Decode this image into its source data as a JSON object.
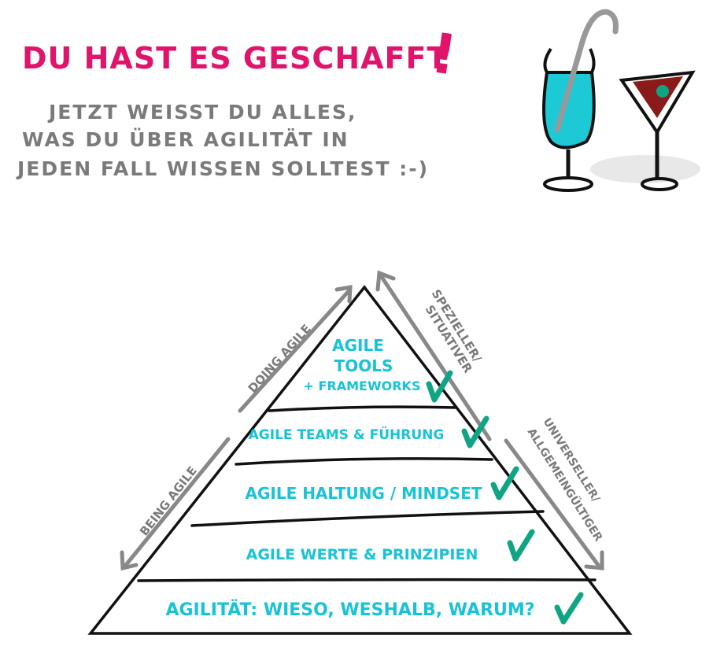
{
  "header": {
    "title": "DU HAST ES GESCHAFFT",
    "exclamation": "!",
    "subtitle_lines": [
      "JETZT WEISST DU ALLES,",
      "WAS DU ÜBER AGILITÄT IN",
      "JEDEN FALL WISSEN SOLLTEST :-)"
    ]
  },
  "pyramid": {
    "levels": [
      {
        "lines": [
          "AGILE",
          "TOOLS",
          "+ FRAMEWORKS"
        ],
        "checked": true
      },
      {
        "lines": [
          "AGILE TEAMS & FÜHRUNG"
        ],
        "checked": true
      },
      {
        "lines": [
          "AGILE HALTUNG / MINDSET"
        ],
        "checked": true
      },
      {
        "lines": [
          "AGILE WERTE & PRINZIPIEN"
        ],
        "checked": true
      },
      {
        "lines": [
          "AGILITÄT: WIESO, WESHALB, WARUM?"
        ],
        "checked": true
      }
    ],
    "left_arrows": {
      "top": "DOING AGILE",
      "bottom": "BEING AGILE"
    },
    "right_arrows": {
      "top": [
        "SPEZIELLER/",
        "SITUATIVER"
      ],
      "bottom": [
        "UNIVERSELLER/",
        "ALLGEMEINGÜLTIGER"
      ]
    }
  },
  "colors": {
    "pink": "#e0146a",
    "gray": "#7a7a7a",
    "cyan": "#17c3d6",
    "green": "#0fa584",
    "drink": "#1ec9d6",
    "cherry": "#8b1a1a"
  }
}
